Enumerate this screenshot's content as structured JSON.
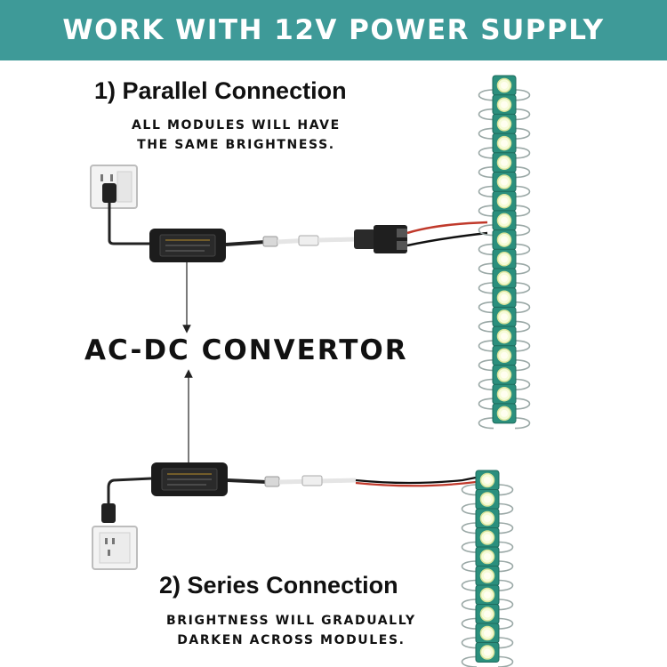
{
  "banner": {
    "title": "WORK WITH 12V POWER SUPPLY",
    "color": "#3e9a98"
  },
  "parallel": {
    "title": "1) Parallel Connection",
    "desc_line1": "ALL MODULES WILL HAVE",
    "desc_line2": "THE SAME BRIGHTNESS."
  },
  "converter_label": "AC-DC CONVERTOR",
  "series": {
    "title": "2) Series Connection",
    "desc_line1": "BRIGHTNESS WILL GRADUALLY",
    "desc_line2": "DARKEN ACROSS MODULES."
  },
  "colors": {
    "module_green": "#2b8f7d",
    "led": "#f6fbd8",
    "wire_red": "#c0392b",
    "adapter": "#1c1c1c"
  },
  "icons": [
    "wall-outlet-icon",
    "power-adapter-icon",
    "dc-connector-icon",
    "led-module-icon"
  ]
}
